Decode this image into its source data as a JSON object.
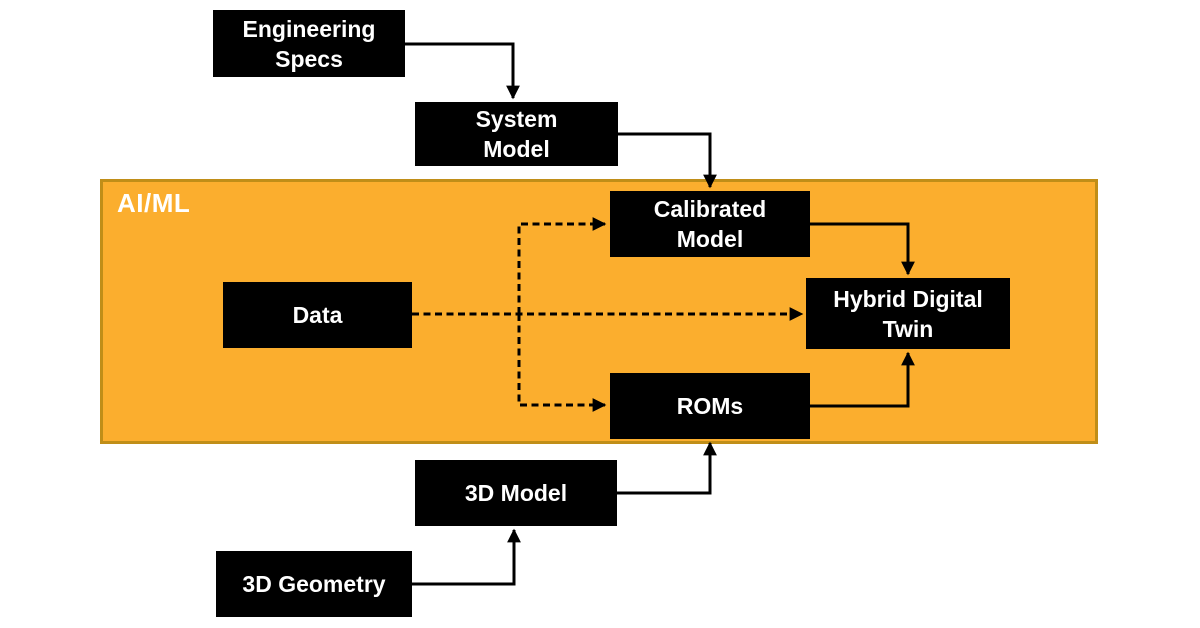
{
  "diagram": {
    "type": "flow-diagram",
    "region": {
      "label": "AI/ML"
    },
    "nodes": {
      "engineering_specs": {
        "label": "Engineering\nSpecs"
      },
      "system_model": {
        "label": "System\nModel"
      },
      "calibrated_model": {
        "label": "Calibrated\nModel"
      },
      "data": {
        "label": "Data"
      },
      "hybrid_digital_twin": {
        "label": "Hybrid Digital\nTwin"
      },
      "roms": {
        "label": "ROMs"
      },
      "model_3d": {
        "label": "3D Model"
      },
      "geometry_3d": {
        "label": "3D Geometry"
      }
    },
    "edges": [
      {
        "from": "engineering_specs",
        "to": "system_model",
        "style": "solid"
      },
      {
        "from": "system_model",
        "to": "calibrated_model",
        "style": "solid"
      },
      {
        "from": "calibrated_model",
        "to": "hybrid_digital_twin",
        "style": "solid"
      },
      {
        "from": "roms",
        "to": "hybrid_digital_twin",
        "style": "solid"
      },
      {
        "from": "model_3d",
        "to": "roms",
        "style": "solid"
      },
      {
        "from": "geometry_3d",
        "to": "model_3d",
        "style": "solid"
      },
      {
        "from": "data",
        "to": "hybrid_digital_twin",
        "style": "dashed"
      },
      {
        "from": "data",
        "to": "calibrated_model",
        "style": "dashed"
      },
      {
        "from": "data",
        "to": "roms",
        "style": "dashed"
      }
    ],
    "colors": {
      "background": "#FFFFFF",
      "region_fill": "#FBAE2E",
      "region_border": "#C08E18",
      "node_fill": "#000000",
      "node_text": "#FFFFFF",
      "arrow": "#000000"
    }
  }
}
